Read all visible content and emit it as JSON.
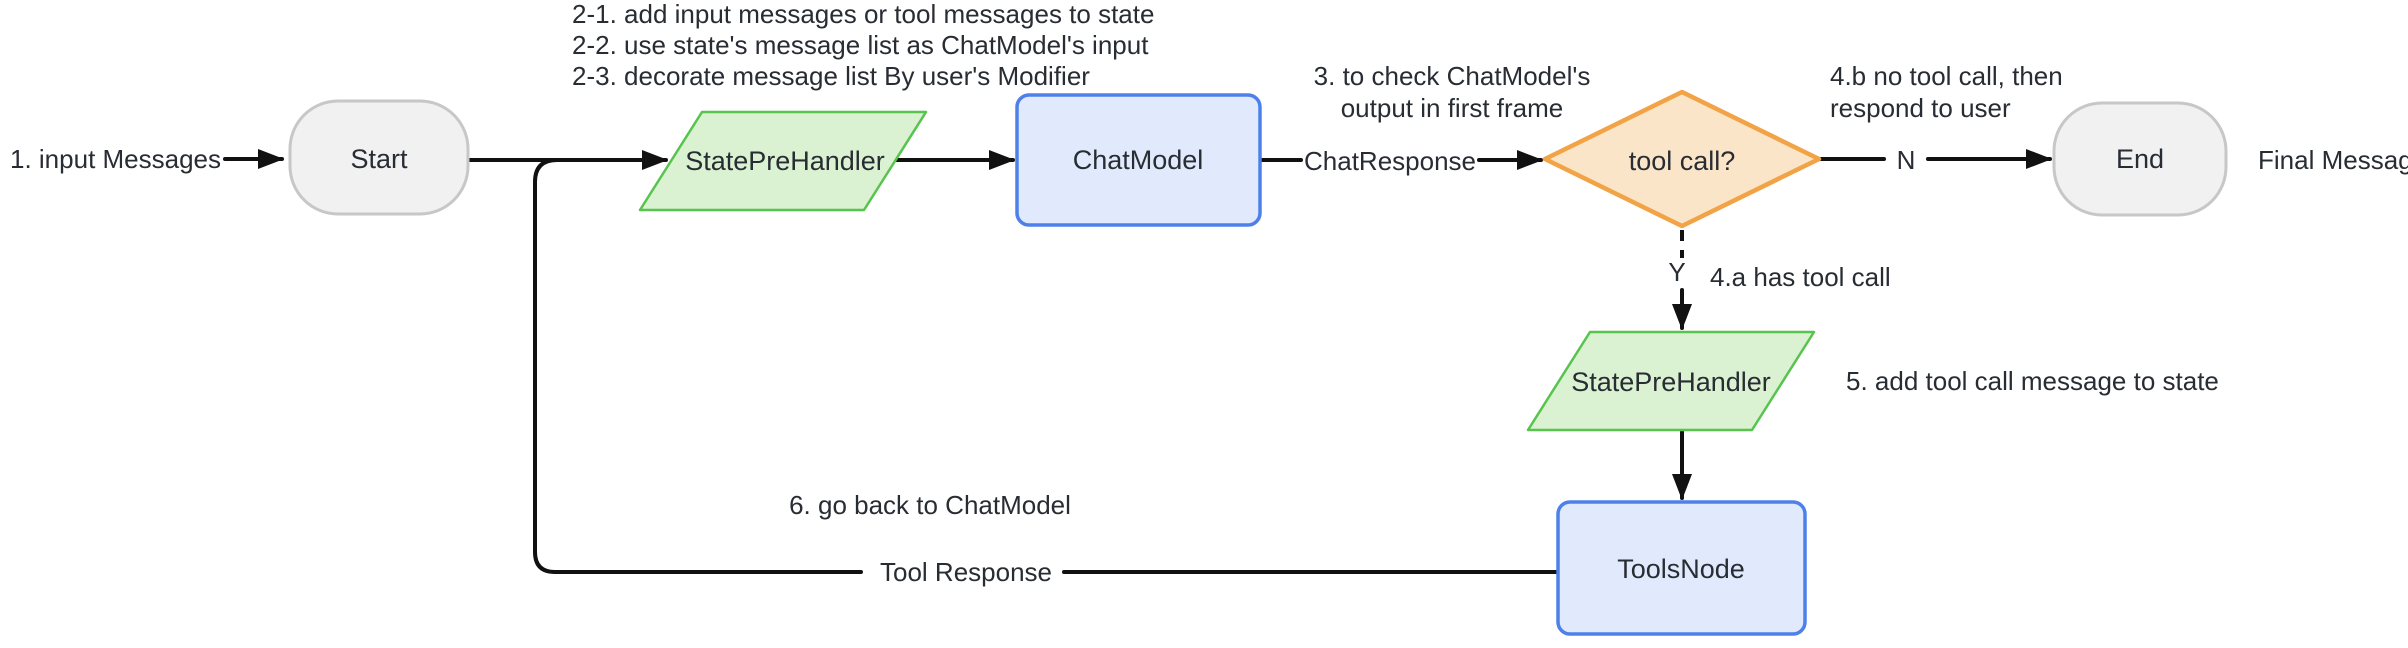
{
  "diagram": {
    "nodes": {
      "start": {
        "label": "Start",
        "shape": "stadium"
      },
      "state_pre_handler_1": {
        "label": "StatePreHandler",
        "shape": "parallelogram"
      },
      "chat_model": {
        "label": "ChatModel",
        "shape": "rectangle"
      },
      "tool_call_decision": {
        "label": "tool call?",
        "shape": "diamond"
      },
      "end": {
        "label": "End",
        "shape": "stadium"
      },
      "state_pre_handler_2": {
        "label": "StatePreHandler",
        "shape": "parallelogram"
      },
      "tools_node": {
        "label": "ToolsNode",
        "shape": "rectangle"
      }
    },
    "edge_labels": {
      "input_messages": "1. input Messages",
      "chat_response": "ChatResponse",
      "no_branch": "N",
      "yes_branch": "Y",
      "tool_response": "Tool Response",
      "final_message": "Final Message"
    },
    "annotations": {
      "step2_line1": "2-1. add input messages or tool messages to state",
      "step2_line2": "2-2. use state's message list as ChatModel's input",
      "step2_line3": "2-3. decorate message list By user's Modifier",
      "step3_line1": "3. to check ChatModel's",
      "step3_line2": "output in first frame",
      "step4b_line1": "4.b no tool call, then",
      "step4b_line2": "respond to user",
      "step4a": "4.a has tool call",
      "step5": "5. add tool call message to state",
      "step6": "6. go back to ChatModel"
    },
    "colors": {
      "background": "#ffffff",
      "text_color": "#282c33",
      "edge_color": "#111111",
      "node_gray_fill": "#f1f1f2",
      "node_gray_border": "#c6c7c9",
      "node_green_fill": "#daf2d1",
      "node_green_border": "#57c44d",
      "node_blue_fill": "#e1eafc",
      "node_blue_border": "#4e80ea",
      "node_orange_fill": "#fbe5c9",
      "node_orange_border": "#f2a346"
    }
  }
}
